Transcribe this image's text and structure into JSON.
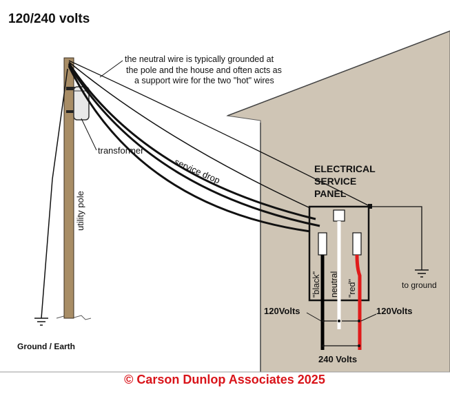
{
  "title": "120/240 volts",
  "annotations": {
    "neutral_note_1": "the neutral wire is typically grounded at",
    "neutral_note_2": "the pole and the house and often acts as",
    "neutral_note_3": "a support wire for the two \"hot\" wires",
    "transformer": "transformer",
    "service_drop": "service drop",
    "utility_pole": "utility pole",
    "ground_earth": "Ground / Earth",
    "panel_1": "ELECTRICAL",
    "panel_2": "SERVICE",
    "panel_3": "PANEL",
    "to_ground": "to ground",
    "wire_black": "\"black\"",
    "wire_neutral": "neutral",
    "wire_red": "\"red\"",
    "volts_left": "120Volts",
    "volts_right": "120Volts",
    "volts_total": "240 Volts"
  },
  "copyright": "© Carson Dunlop Associates 2025",
  "colors": {
    "house": "#cfc5b5",
    "pole": "#a88d66",
    "hot_black": "#000000",
    "hot_red": "#e01b1b",
    "neutral": "#ffffff",
    "copyright": "#d9141a"
  }
}
